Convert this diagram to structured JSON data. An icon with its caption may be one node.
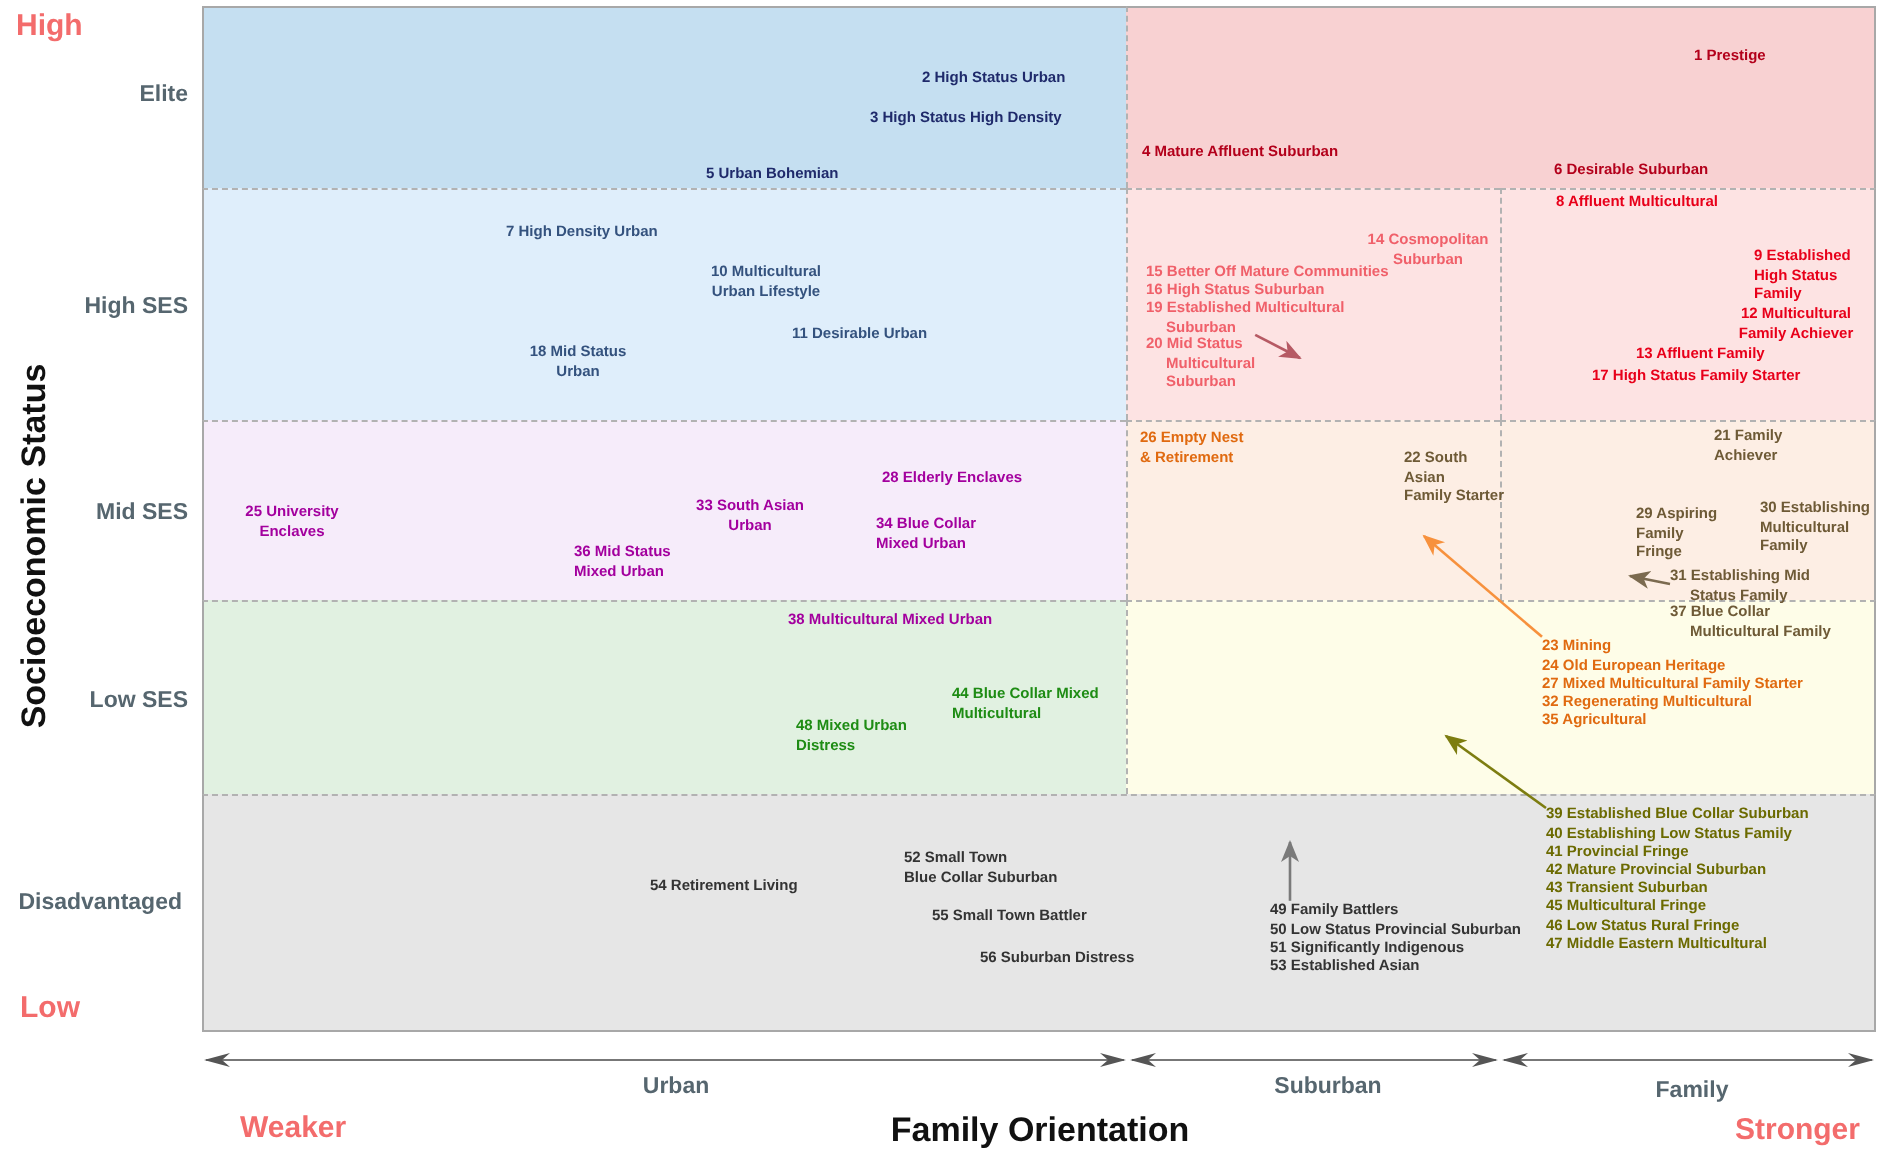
{
  "diagram": {
    "nodes": [
      {
        "text": [
          "2 High Status Urban",
          "3 High Status High Density",
          "5 Urban Bohemian"
        ]
      },
      {
        "text": [
          "1 Prestige",
          "4 Mature Affluent Suburban",
          "6 Desirable Suburban"
        ]
      },
      {
        "text": [
          "7 High Density Urban",
          "10 Multicultural Urban Lifestyle",
          "11 Desirable Urban",
          "18 Mid Status Urban"
        ]
      },
      {
        "text": [
          "14 Cosmopolitan Suburban",
          "15 Better Off Mature Communities",
          "16 High Status Suburban",
          "19 Established Multicultural Suburban"
        ]
      },
      {
        "text": [
          "20 Mid Status Multicultural Suburban"
        ],
        "in": 3
      },
      {
        "text": [
          "8 Affluent Multicultural",
          "9 Established High Status Family",
          "12 Multicultural Family Achiever",
          "13 Affluent Family",
          "17 High Status Family Starter"
        ]
      },
      {
        "text": [
          "25 University Enclaves",
          "36 Mid Status Mixed Urban",
          "33 South Asian Urban",
          "28 Elderly Enclaves",
          "34 Blue Collar Mixed Urban"
        ]
      },
      {
        "text": [
          "26 Empty Nest & Retirement",
          "22 South Asian Family Starter"
        ]
      },
      {
        "text": [
          "21 Family Achiever",
          "29 Aspiring Family Fringe",
          "30 Establishing Multicultural Family"
        ]
      },
      {
        "text": [
          "31 Establishing Mid Status Family"
        ],
        "in": 8
      },
      {
        "text": [
          "38 Multicultural Mixed Urban",
          "44 Blue Collar Mixed Multicultural",
          "48 Mixed Urban Distress"
        ]
      },
      {
        "text": [
          "37 Blue Collar Multicultural Family"
        ]
      },
      {
        "text": [
          "23 Mining",
          "24 Old European Heritage",
          "27 Mixed Multicultural Family Starter",
          "32 Regenerating Multicultural",
          "35 Agricultural"
        ],
        "in": 11
      },
      {
        "text": [
          "52 Small Town Blue Collar Suburban",
          "54 Retirement Living",
          "55 Small Town Battler",
          "56 Suburban Distress"
        ]
      },
      {
        "text": [
          "39 Established Blue Collar Suburban",
          "40 Establishing Low Status Family",
          "41 Provincial Fringe",
          "42 Mature Provincial Suburban",
          "43 Transient Suburban",
          "45 Multicultural Fringe",
          "46 Low Status Rural Fringe",
          "47 Middle Eastern Multicultural"
        ],
        "in": 13
      },
      {
        "text": [
          "49 Family Battlers",
          "50 Low Status Provincial Suburban",
          "51 Significantly Indigenous",
          "53 Established Asian"
        ],
        "in": 13
      }
    ],
    "edges": [
      {
        "from": 4,
        "to": null,
        "arrow": "to",
        "color": "#b65a64"
      },
      {
        "from": 12,
        "to": 7,
        "arrow": "to",
        "color": "#f7913d"
      },
      {
        "from": 9,
        "to": null,
        "arrow": "to",
        "color": "#7b6a4f"
      },
      {
        "from": 14,
        "to": 11,
        "arrow": "to",
        "color": "#7d7d10"
      },
      {
        "from": 15,
        "to": null,
        "arrow": "to",
        "color": "#7a7a7a"
      }
    ],
    "labels": [
      "High",
      "Elite",
      "High SES",
      "Socioeconomic Status",
      "Mid SES",
      "Low SES",
      "Disadvantaged",
      "Low",
      "Urban",
      "Suburban",
      "Family",
      "Weaker",
      "Family Orientation",
      "Stronger"
    ]
  }
}
